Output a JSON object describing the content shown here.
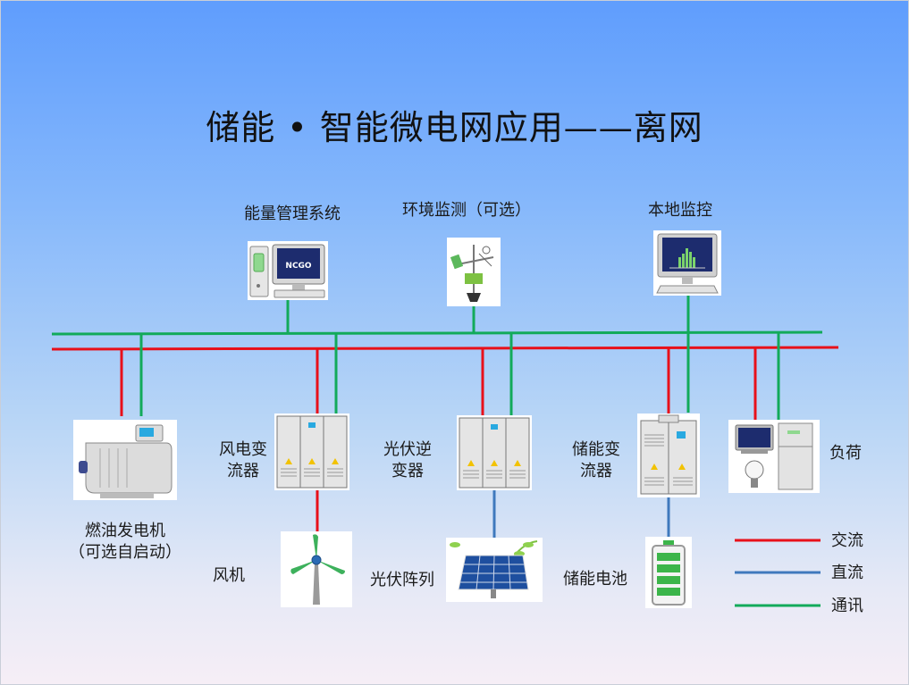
{
  "title": "储能 • 智能微电网应用——离网",
  "nodes": {
    "ems": "能量管理系统",
    "env": "环境监测（可选）",
    "local": "本地监控",
    "ems_logo": "NCGO",
    "generator_line1": "燃油发电机",
    "generator_line2": "（可选自启动）",
    "wind_conv_line1": "风电变",
    "wind_conv_line2": "流器",
    "pv_inv_line1": "光伏逆",
    "pv_inv_line2": "变器",
    "ess_conv_line1": "储能变",
    "ess_conv_line2": "流器",
    "load": "负荷",
    "wind": "风机",
    "pv": "光伏阵列",
    "battery": "储能电池"
  },
  "legend": [
    {
      "label": "交流",
      "color": "#e8101a"
    },
    {
      "label": "直流",
      "color": "#3f79bd"
    },
    {
      "label": "通讯",
      "color": "#12aa5a"
    }
  ]
}
